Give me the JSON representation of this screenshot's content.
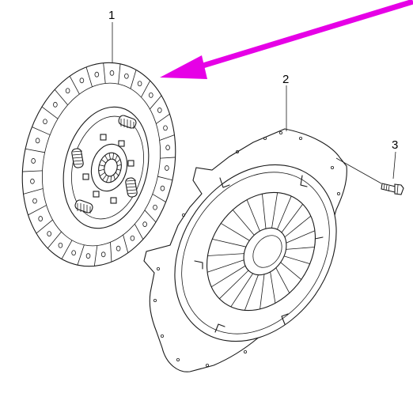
{
  "callouts": [
    {
      "number": "1"
    },
    {
      "number": "2"
    },
    {
      "number": "3"
    }
  ],
  "colors": {
    "pointer_arrow": "#e600e6",
    "line_art": "#1a1a1a",
    "background": "#ffffff"
  }
}
